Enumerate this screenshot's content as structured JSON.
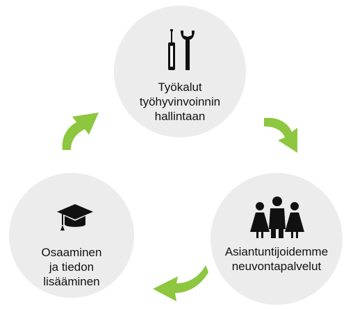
{
  "accent_color": "#8dc63f",
  "circle_color": "#ececec",
  "nodes": [
    {
      "icon": "tools-icon",
      "lines": [
        "Työkalut",
        "työhyvinvoinnin",
        "hallintaan"
      ]
    },
    {
      "icon": "people-icon",
      "lines": [
        "Asiantuntijoidemme",
        "neuvontapalvelut"
      ]
    },
    {
      "icon": "graduation-cap-icon",
      "lines": [
        "Osaaminen",
        "ja tiedon",
        "lisääminen"
      ]
    }
  ]
}
